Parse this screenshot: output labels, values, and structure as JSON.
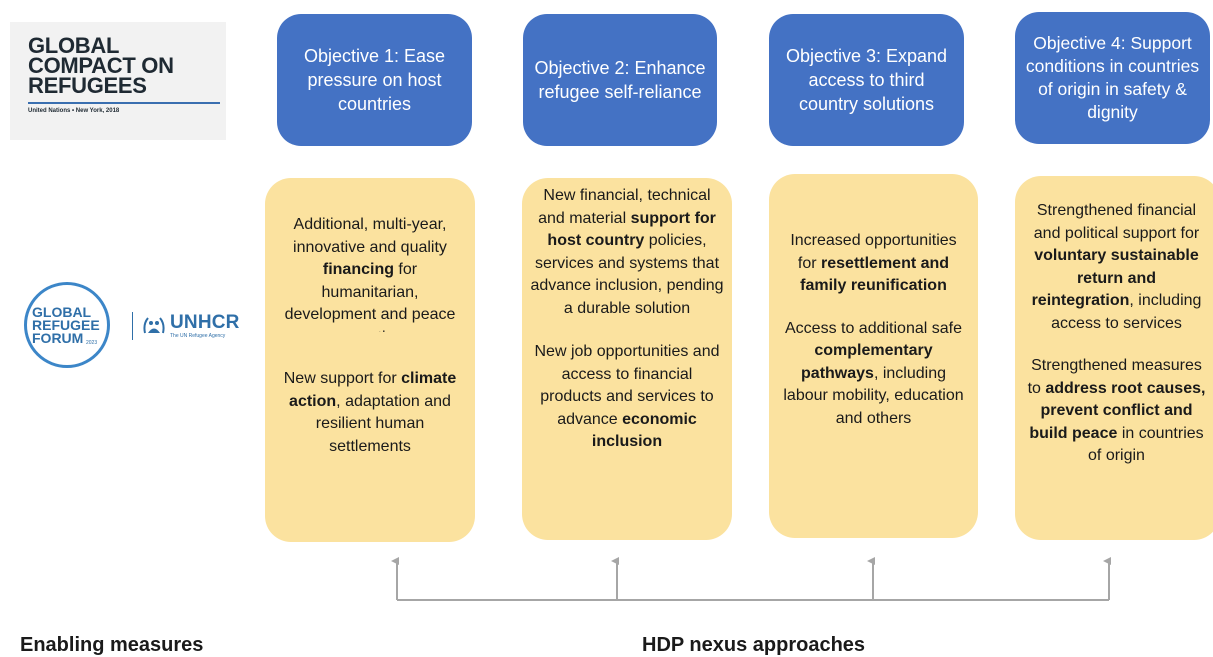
{
  "logos": {
    "gcr_title": "GLOBAL\nCOMPACT ON\nREFUGEES",
    "gcr_subtitle": "United Nations • New York, 2018",
    "grf_text": "GLOBAL\nREFUGEE\nFORUM",
    "grf_year": "2023",
    "unhcr_name": "UNHCR",
    "unhcr_tagline": "The UN Refugee Agency"
  },
  "objectives": [
    {
      "label": "Objective 1: Ease pressure on host countries"
    },
    {
      "label": "Objective 2: Enhance refugee self-reliance"
    },
    {
      "label": "Objective 3: Expand access to third country solutions"
    },
    {
      "label": "Objective 4: Support conditions in countries of origin in safety & dignity"
    }
  ],
  "measures": [
    {
      "blocks": [
        [
          {
            "t": "Additional, multi-year, innovative and quality "
          },
          {
            "t": "financing",
            "b": true
          },
          {
            "t": " for humanitarian, development and peace operation"
          }
        ],
        [
          {
            "t": "New support for "
          },
          {
            "t": "climate action",
            "b": true
          },
          {
            "t": ", adaptation and resilient human settlements"
          }
        ]
      ]
    },
    {
      "blocks": [
        [
          {
            "t": "New financial, technical and material "
          },
          {
            "t": "support for host country",
            "b": true
          },
          {
            "t": " policies, services and systems that advance inclusion, pending a durable solution"
          }
        ],
        [
          {
            "t": "New job opportunities and access to financial products and services to advance "
          },
          {
            "t": "economic inclusion",
            "b": true
          }
        ]
      ]
    },
    {
      "blocks": [
        [
          {
            "t": "Increased opportunities for "
          },
          {
            "t": "resettlement and family reunification",
            "b": true
          }
        ],
        [
          {
            "t": "Access to additional safe "
          },
          {
            "t": "complementary pathways",
            "b": true
          },
          {
            "t": ", including labour mobility, education and others"
          }
        ]
      ]
    },
    {
      "blocks": [
        [
          {
            "t": "Strengthened financial and political support for "
          },
          {
            "t": "voluntary sustainable return and reintegration",
            "b": true
          },
          {
            "t": ", including access to services"
          }
        ],
        [
          {
            "t": "Strengthened measures to "
          },
          {
            "t": "address root causes, prevent conflict and build peace",
            "b": true
          },
          {
            "t": " in countries of origin"
          }
        ]
      ]
    }
  ],
  "footer": {
    "left": "Enabling measures",
    "right": "HDP nexus approaches"
  },
  "colors": {
    "objective_bg": "#4472c4",
    "measure_bg": "#fbe29f",
    "arrow": "#a6a6a6"
  }
}
